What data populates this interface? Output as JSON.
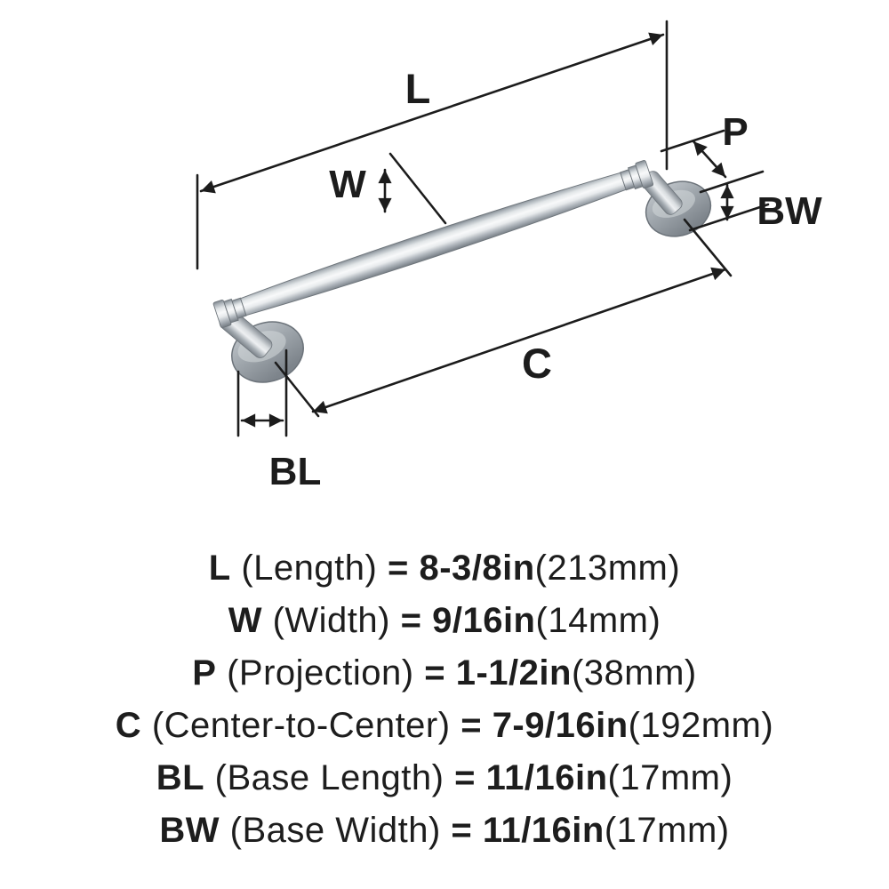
{
  "diagram": {
    "labels": {
      "length": "L",
      "width": "W",
      "projection": "P",
      "base_width": "BW",
      "center_to_center": "C",
      "base_length": "BL"
    },
    "line_color": "#1c1c1c",
    "metal": {
      "light": "#f6f8f9",
      "mid": "#c4cace",
      "dark": "#7e858c"
    }
  },
  "specs": {
    "rows": [
      {
        "key": "L",
        "name": "(Length)",
        "eq": "=",
        "value": "8-3/8in",
        "metric": "(213mm)"
      },
      {
        "key": "W",
        "name": "(Width)",
        "eq": "=",
        "value": "9/16in",
        "metric": "(14mm)"
      },
      {
        "key": "P",
        "name": "(Projection)",
        "eq": "=",
        "value": "1-1/2in",
        "metric": "(38mm)"
      },
      {
        "key": "C",
        "name": "(Center-to-Center)",
        "eq": "=",
        "value": "7-9/16in",
        "metric": "(192mm)"
      },
      {
        "key": "BL",
        "name": "(Base Length)",
        "eq": "=",
        "value": "11/16in",
        "metric": "(17mm)"
      },
      {
        "key": "BW",
        "name": "(Base Width)",
        "eq": "=",
        "value": "11/16in",
        "metric": "(17mm)"
      }
    ]
  }
}
